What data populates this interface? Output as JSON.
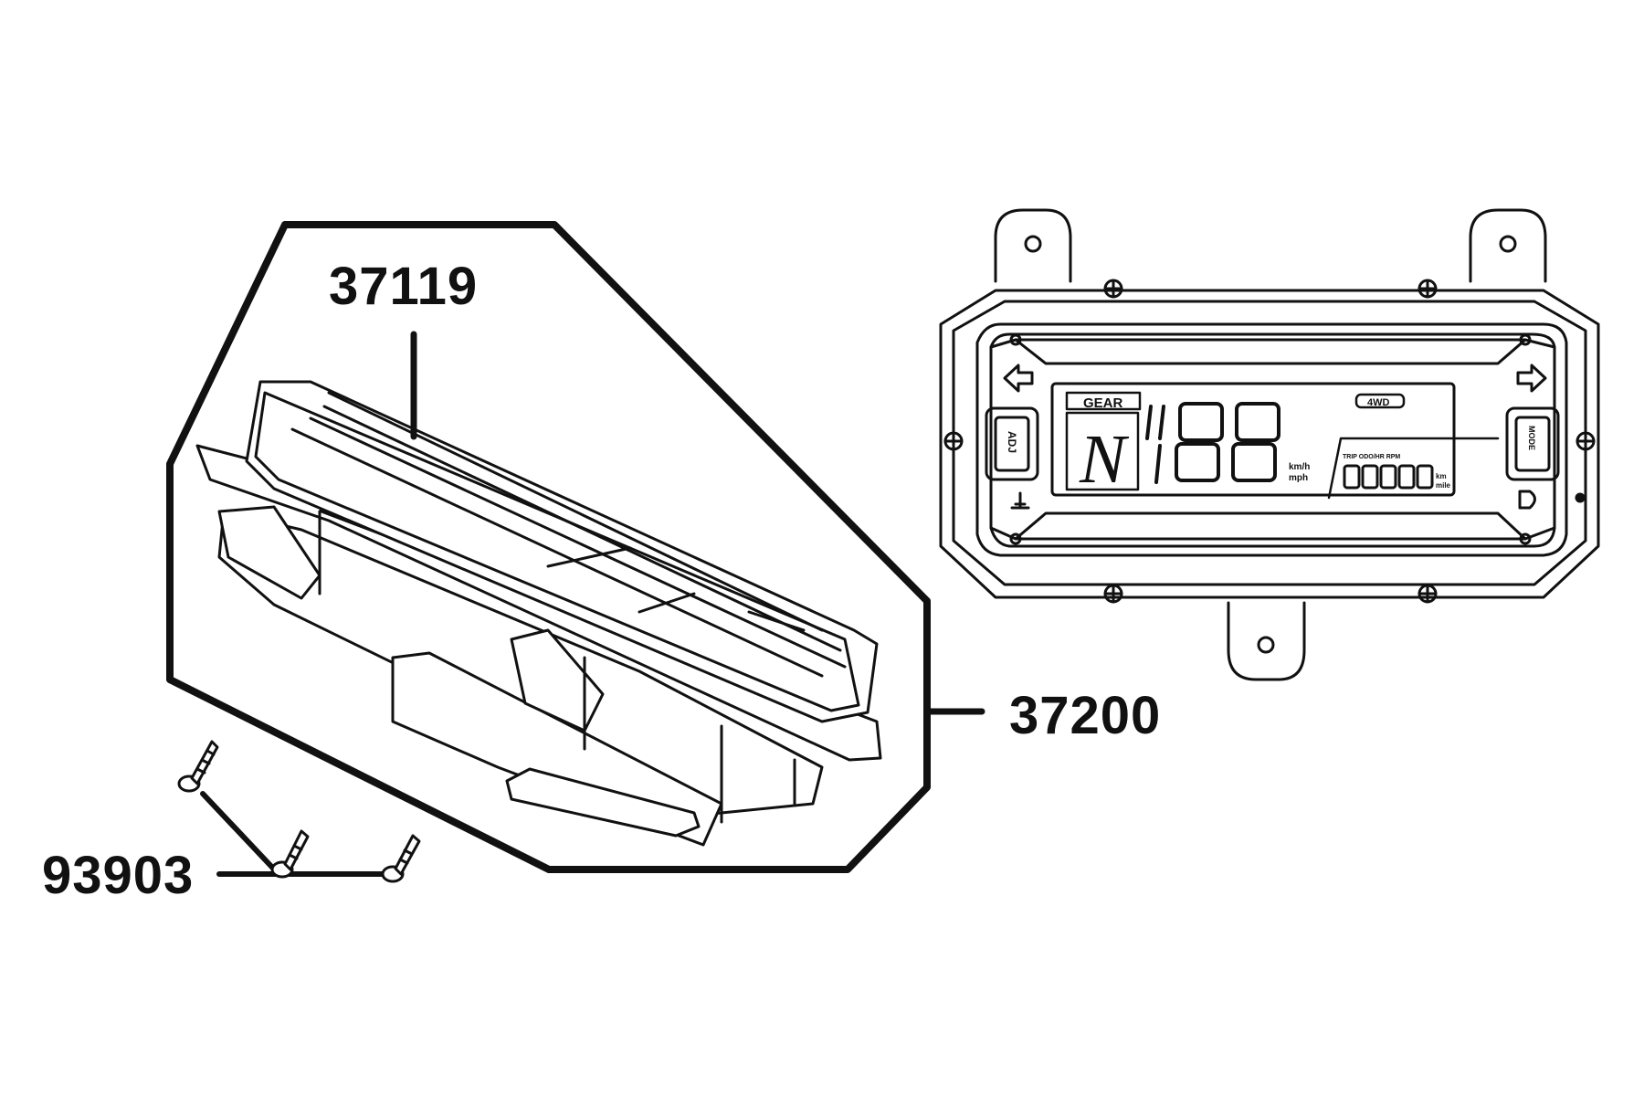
{
  "callouts": [
    {
      "part_number": "37119"
    },
    {
      "part_number": "37200"
    },
    {
      "part_number": "93903"
    }
  ],
  "display": {
    "gear_label": "GEAR",
    "gear_value": "N",
    "speed_digits": "188",
    "speed_unit_top": "km/h",
    "speed_unit_bottom": "mph",
    "badge": "4WD",
    "odo_digits": "88888",
    "odo_unit_top": "km",
    "odo_unit_bottom": "mile",
    "small_labels": "TRIP  ODO/HR  RPM",
    "left_button_label": "ADJ",
    "right_button_label": "MODE"
  },
  "colors": {
    "line": "#111111",
    "background": "#ffffff"
  }
}
